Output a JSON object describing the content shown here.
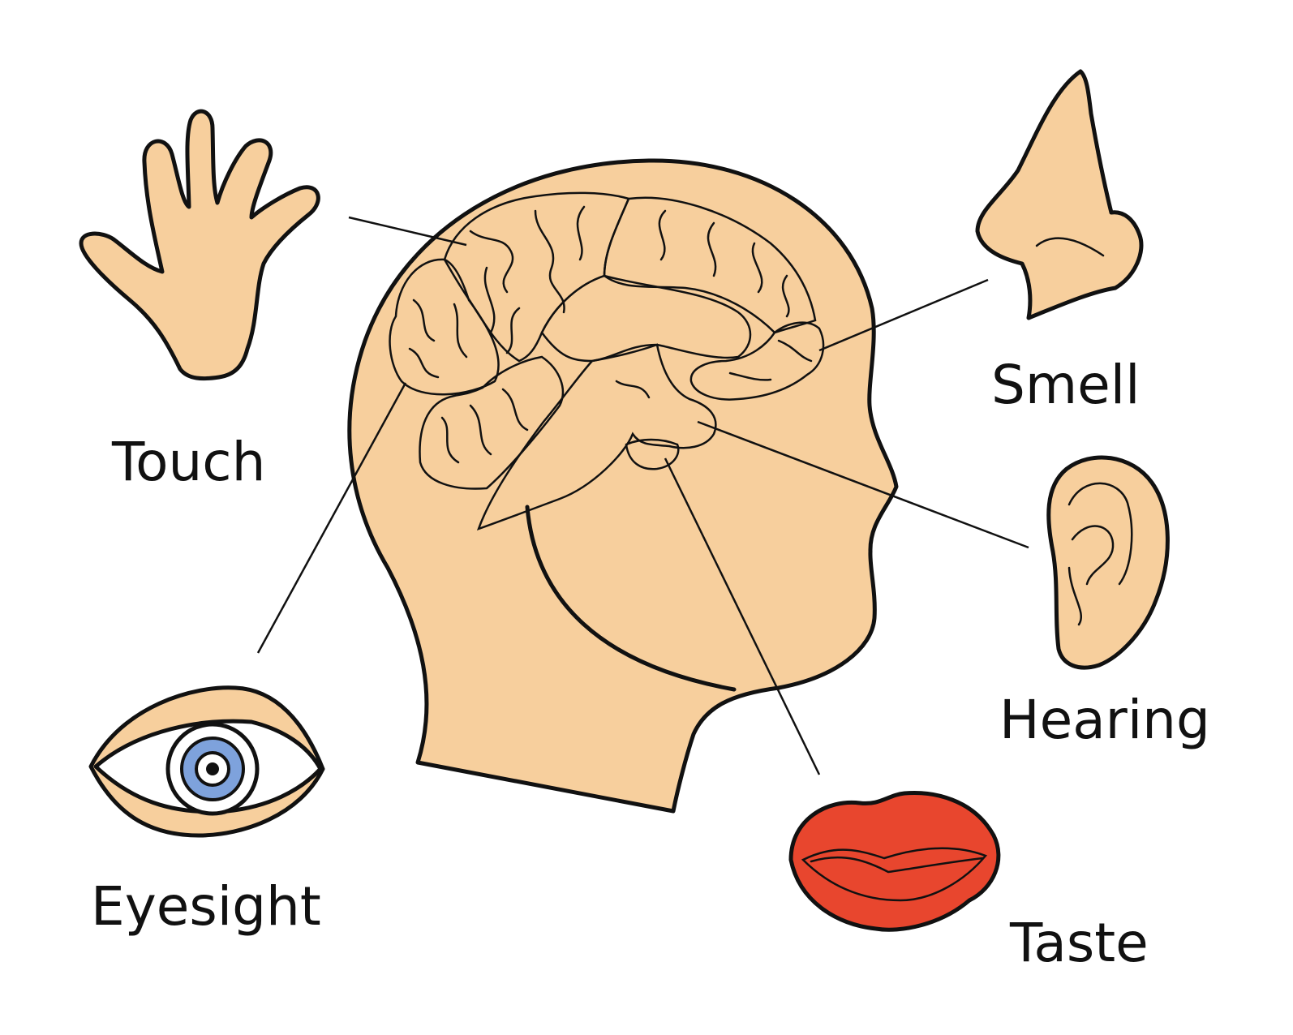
{
  "labels": {
    "touch": "Touch",
    "smell": "Smell",
    "hearing": "Hearing",
    "eyesight": "Eyesight",
    "taste": "Taste"
  },
  "icons": {
    "hand": "hand-icon",
    "nose": "nose-icon",
    "ear": "ear-icon",
    "eye": "eye-icon",
    "lips": "lips-icon",
    "head": "head-silhouette",
    "brain": "brain"
  },
  "colors": {
    "skin": "#f7cf9d",
    "outline": "#111111",
    "frontal_lobe": "#f6a53c",
    "parietal_lobe": "#efddd3",
    "occipital_lobe": "#8fd15a",
    "temporal_lobe": "#f7e84e",
    "brainstem": "#35b3d6",
    "cerebellum": "#d92a20",
    "iris": "#7ea2dc",
    "lips_outer": "#e8462e",
    "lips_inner": "#c22714"
  }
}
